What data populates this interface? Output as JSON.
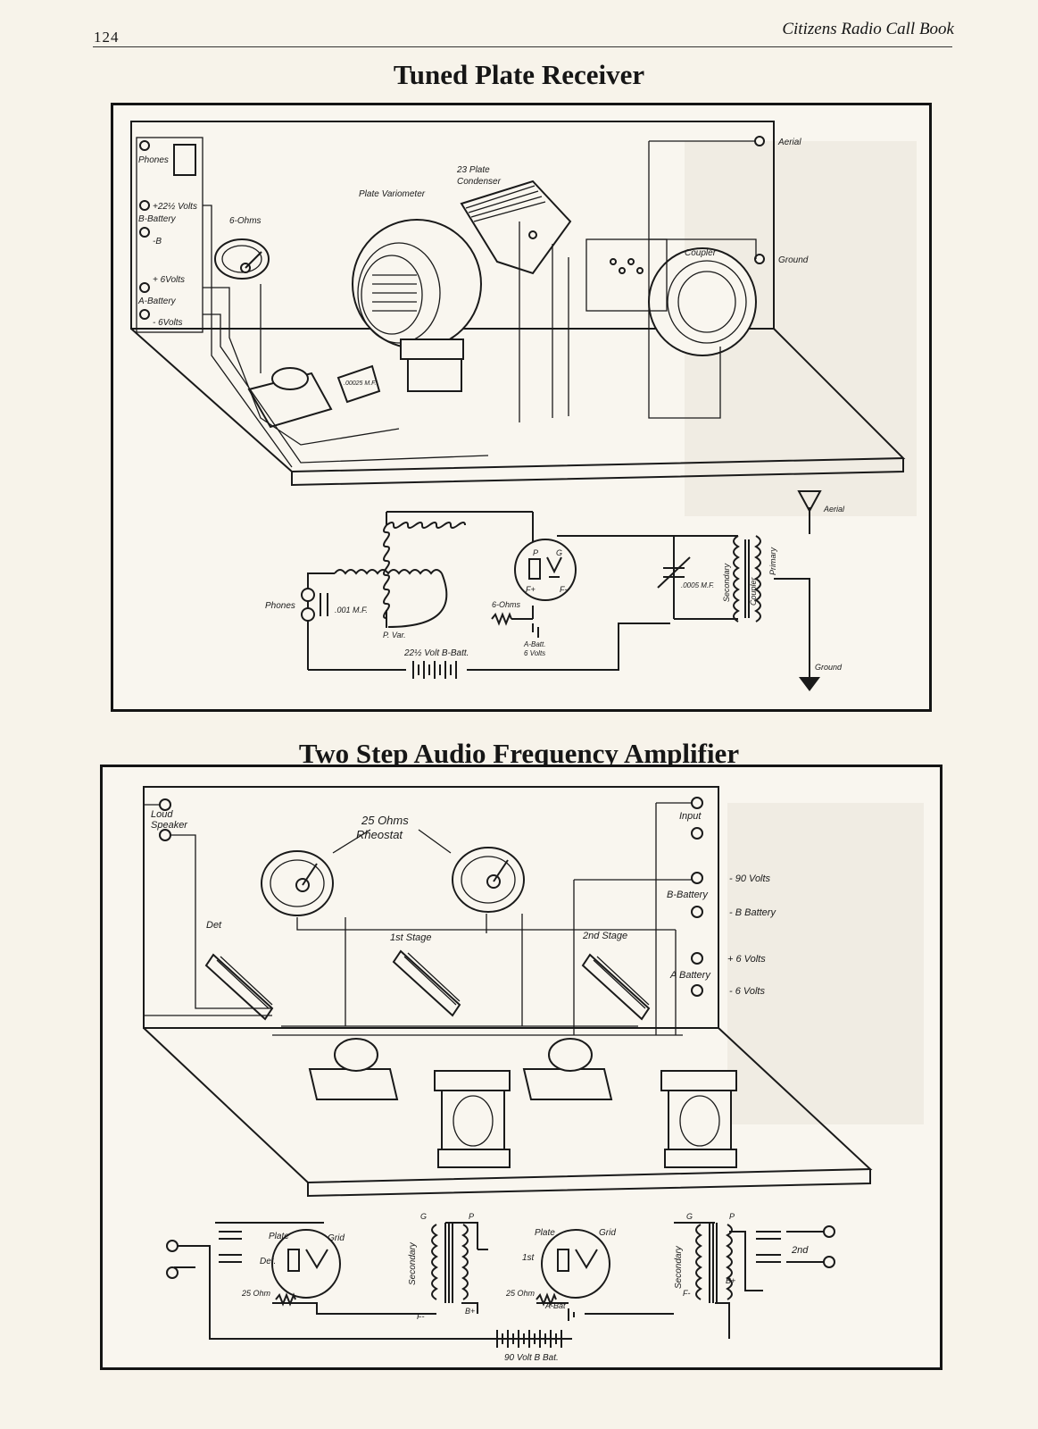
{
  "header": {
    "page_number": "124",
    "running_head": "Citizens Radio Call Book"
  },
  "figure1": {
    "title": "Tuned Plate Receiver",
    "pictorial_labels": {
      "phones": "Phones",
      "b_plus": "+22½ Volts",
      "b_battery": "B-Battery",
      "b_minus": "-B",
      "plus_6": "+ 6Volts",
      "a_battery": "A-Battery",
      "minus_6": "- 6Volts",
      "six_ohms": "6-Ohms",
      "plate_variometer": "Plate Variometer",
      "condenser_1": "23 Plate",
      "condenser_2": "Condenser",
      "aerial": "Aerial",
      "ground": "Ground",
      "coupler": "Coupler",
      "grid_condenser": ".00025 M.F."
    },
    "schematic_labels": {
      "phones": "Phones",
      "cap_001": ".001 M.F.",
      "p_var": "P. Var.",
      "b_batt": "22½ Volt B-Batt.",
      "six_ohms": "6-Ohms",
      "a_batt_1": "A-Batt.",
      "a_batt_2": "6 Volts",
      "cap_0005": ".0005 M.F.",
      "secondary": "Secondary",
      "coupler": "Coupler",
      "primary": "Primary",
      "aerial": "Aerial",
      "ground": "Ground",
      "tube_p": "P",
      "tube_g": "G",
      "tube_fplus": "F+",
      "tube_fminus": "F-"
    }
  },
  "figure2": {
    "title": "Two Step Audio Frequency Amplifier",
    "pictorial_labels": {
      "loud_speaker_1": "Loud",
      "loud_speaker_2": "Speaker",
      "rheostat_1": "25 Ohms",
      "rheostat_2": "Rheostat",
      "det": "Det",
      "stage1": "1st Stage",
      "stage2": "2nd Stage",
      "input": "Input",
      "b_battery": "B-Battery",
      "a_battery": "A Battery",
      "minus_90": "- 90 Volts",
      "b_batt_neg": "- B Battery",
      "plus_6": "+ 6 Volts",
      "minus_6": "- 6 Volts"
    },
    "schematic_labels": {
      "plate_1": "Plate",
      "grid_1": "Grid",
      "det": "Det.",
      "ohm_1": "25 Ohm",
      "secondary_1": "Secondary",
      "g_1": "G",
      "p_1": "P",
      "f_1": "F-",
      "b_1": "B+",
      "plate_2": "Plate",
      "grid_2": "Grid",
      "first": "1st",
      "ohm_2": "25 Ohm",
      "a_bat": "A-Bat",
      "secondary_2": "Secondary",
      "g_2": "G",
      "p_2": "P",
      "f_2": "F-",
      "b_2": "B+",
      "second": "2nd",
      "b_batt": "90 Volt B Bat."
    }
  }
}
